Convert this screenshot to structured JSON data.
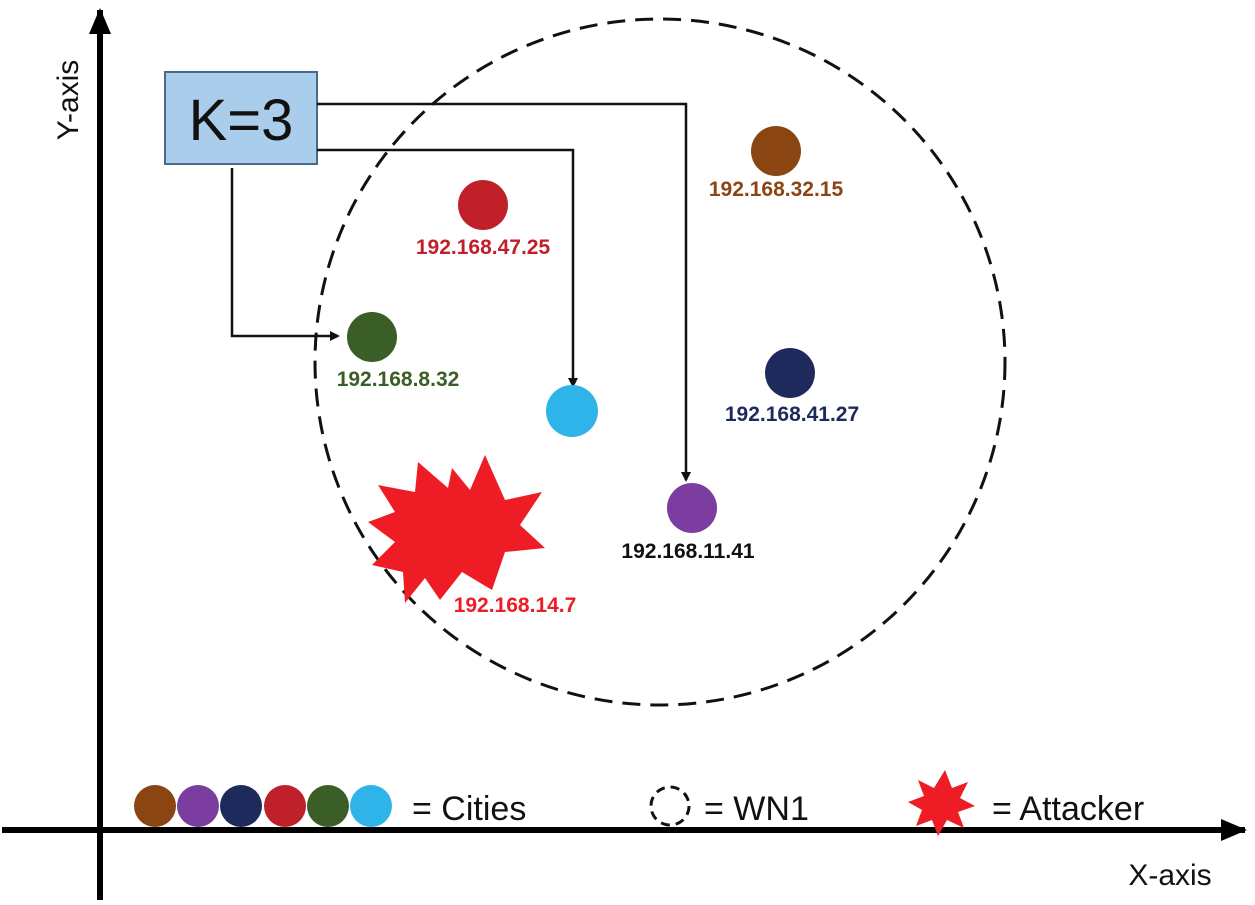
{
  "axes": {
    "x_label": "X-axis",
    "y_label": "Y-axis"
  },
  "k_box": {
    "label": "K=3",
    "fill": "#a9cdea"
  },
  "nodes": [
    {
      "id": "brown",
      "ip": "192.168.32.15",
      "color": "#8b4513"
    },
    {
      "id": "red",
      "ip": "192.168.47.25",
      "color": "#c0202a"
    },
    {
      "id": "green",
      "ip": "192.168.8.32",
      "color": "#3b5e26"
    },
    {
      "id": "cyan",
      "ip": "",
      "color": "#2eb4e8"
    },
    {
      "id": "navy",
      "ip": "192.168.41.27",
      "color": "#1f2a5c"
    },
    {
      "id": "purple",
      "ip": "192.168.11.41",
      "color": "#7b3ea0"
    }
  ],
  "attacker": {
    "ip": "192.168.14.7",
    "color": "#ee1c24"
  },
  "legend": {
    "cities_label": "= Cities",
    "wn_label": "= WN1",
    "attacker_label": "= Attacker",
    "city_colors": [
      "#8b4513",
      "#7b3ea0",
      "#1f2a5c",
      "#c0202a",
      "#3b5e26",
      "#2eb4e8"
    ]
  }
}
